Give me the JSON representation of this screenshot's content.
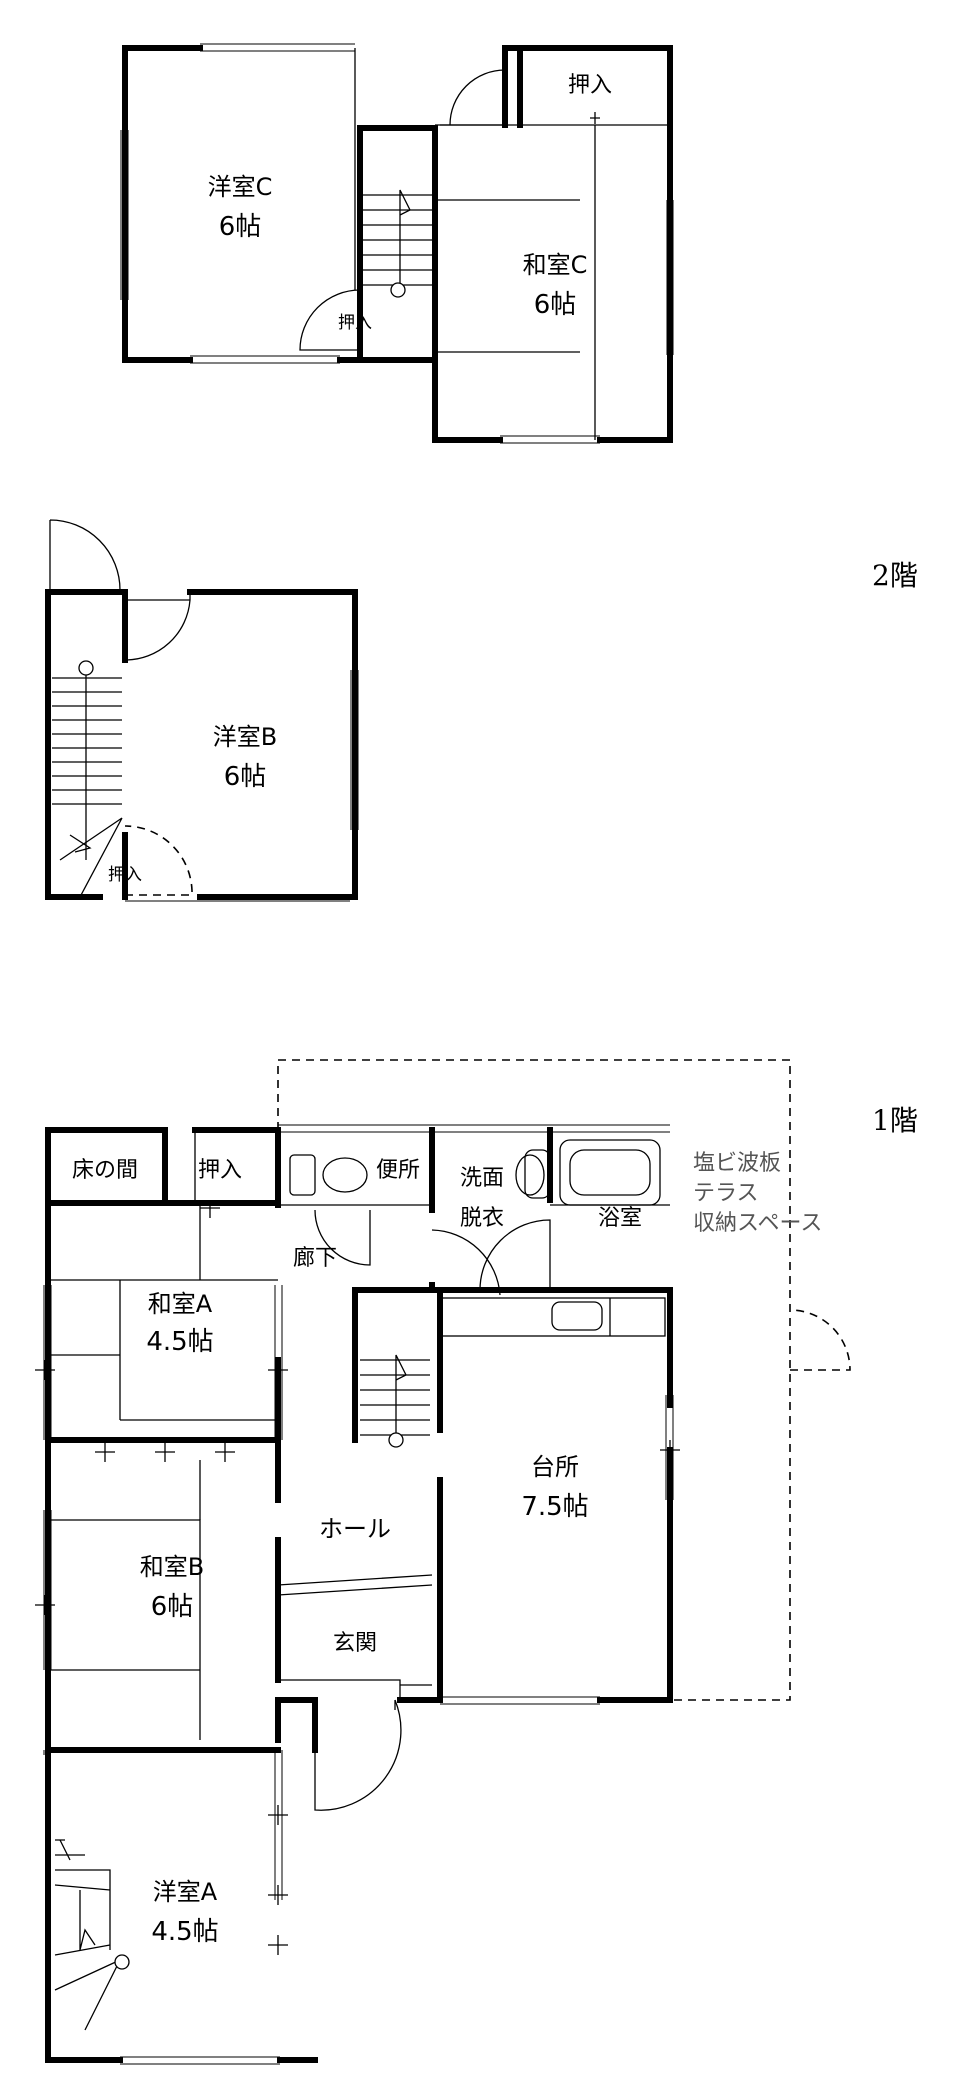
{
  "floors": {
    "second": {
      "label": "2階",
      "rooms": {
        "youshitsu_c": {
          "name": "洋室C",
          "area": "6帖"
        },
        "washitsu_c": {
          "name": "和室C",
          "area": "6帖"
        },
        "oshiire_c": {
          "name": "押入"
        },
        "oshiire_stair": {
          "name": "押入"
        },
        "youshitsu_b": {
          "name": "洋室B",
          "area": "6帖"
        },
        "oshiire_b": {
          "name": "押入"
        }
      }
    },
    "first": {
      "label": "1階",
      "rooms": {
        "tokonoma": {
          "name": "床の間"
        },
        "oshiire_a": {
          "name": "押入"
        },
        "benjo": {
          "name": "便所"
        },
        "senmen": {
          "name_line1": "洗面",
          "name_line2": "脱衣"
        },
        "yokushitsu": {
          "name": "浴室"
        },
        "terrace": {
          "line1": "塩ビ波板",
          "line2": "テラス",
          "line3": "収納スペース"
        },
        "rouka": {
          "name": "廊下"
        },
        "washitsu_a": {
          "name": "和室A",
          "area": "4.5帖"
        },
        "washitsu_b": {
          "name": "和室B",
          "area": "6帖"
        },
        "daidokoro": {
          "name": "台所",
          "area": "7.5帖"
        },
        "hall": {
          "name": "ホール"
        },
        "genkan": {
          "name": "玄関"
        },
        "youshitsu_a": {
          "name": "洋室A",
          "area": "4.5帖"
        }
      }
    }
  }
}
